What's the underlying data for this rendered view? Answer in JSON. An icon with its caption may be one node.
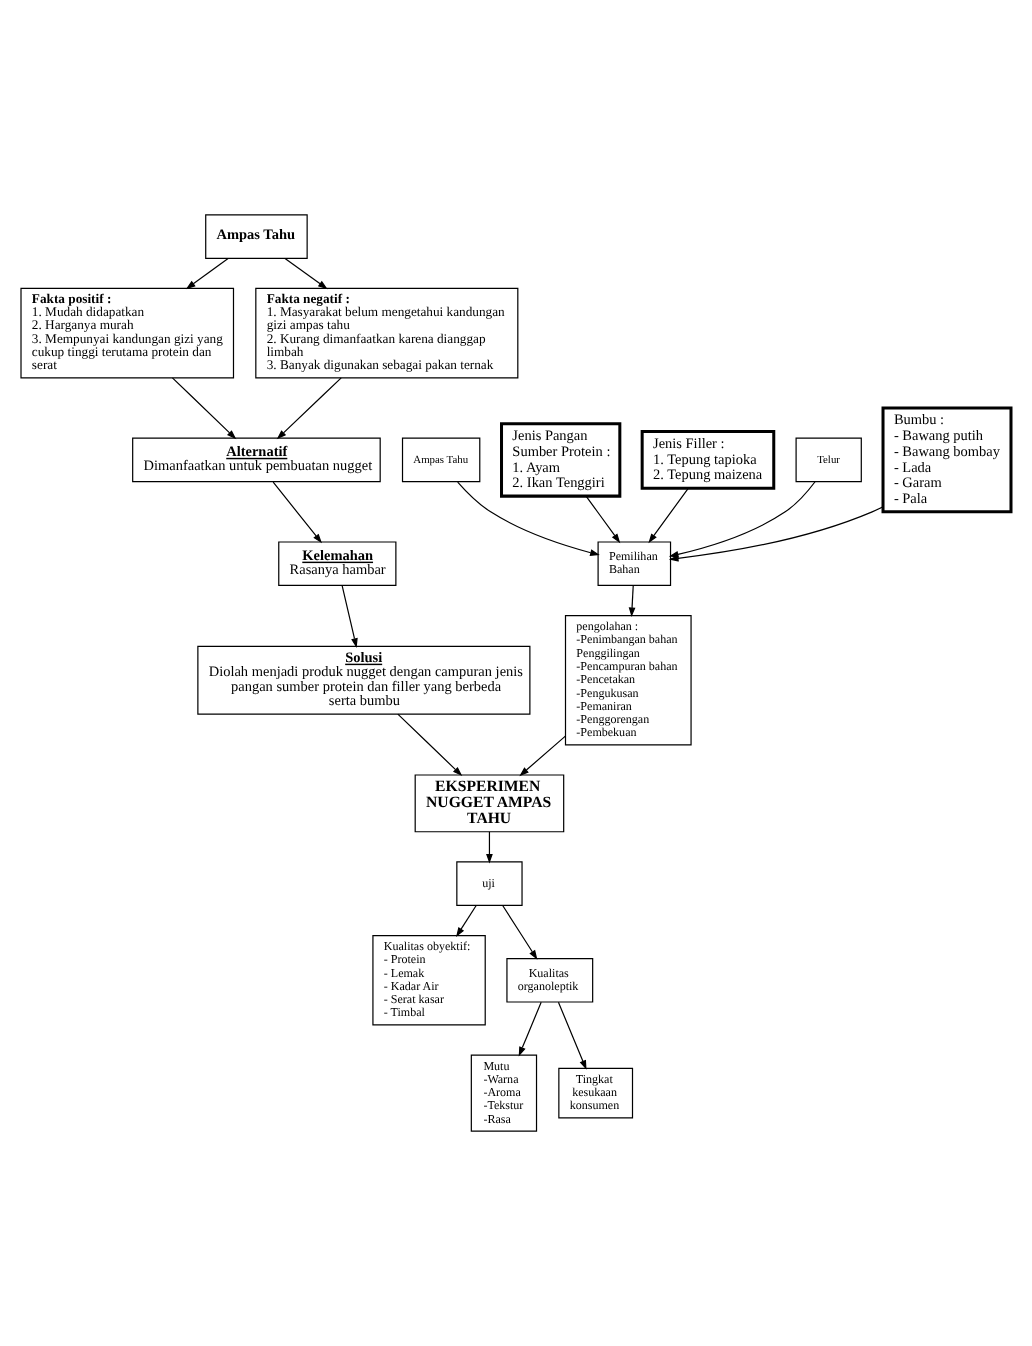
{
  "diagram": {
    "nodes": [
      {
        "text": [
          "Ampas Tahu"
        ]
      },
      {
        "text": [
          "Fakta positif :",
          "1. Mudah didapatkan",
          "2. Harganya murah",
          "3. Mempunyai kandungan gizi yang cukup tinggi terutama protein dan serat"
        ]
      },
      {
        "text": [
          "Fakta negatif :",
          "1. Masyarakat belum mengetahui kandungan gizi ampas tahu",
          "2. Kurang dimanfaatkan karena dianggap limbah",
          "3. Banyak digunakan sebagai pakan ternak"
        ]
      },
      {
        "text": [
          "Alternatif",
          "Dimanfaatkan untuk pembuatan nugget"
        ]
      },
      {
        "text": [
          "Kelemahan",
          "Rasanya hambar"
        ]
      },
      {
        "text": [
          "Solusi",
          "Diolah menjadi produk nugget dengan campuran jenis pangan sumber protein dan filler yang berbeda serta bumbu"
        ]
      },
      {
        "text": [
          "EKSPERIMEN NUGGET AMPAS TAHU"
        ]
      },
      {
        "text": [
          "Ampas Tahu"
        ]
      },
      {
        "text": [
          "Jenis Pangan Sumber Protein :",
          "1. Ayam",
          "2. Ikan Tenggiri"
        ]
      },
      {
        "text": [
          "Jenis Filler :",
          "1. Tepung tapioka",
          "2. Tepung maizena"
        ]
      },
      {
        "text": [
          "Telur"
        ]
      },
      {
        "text": [
          "Bumbu :",
          "- Bawang putih",
          "- Bawang bombay",
          "- Lada",
          "- Garam",
          "- Pala"
        ]
      },
      {
        "text": [
          "Pemilihan Bahan"
        ]
      },
      {
        "text": [
          "pengolahan :",
          "-Penimbangan bahan Penggilingan",
          "-Pencampuran bahan",
          "-Pencetakan",
          "-Pengukusan",
          "-Pemaniran",
          "-Penggorengan",
          "-Pembekuan"
        ]
      },
      {
        "text": [
          "uji"
        ]
      },
      {
        "text": [
          "Kualitas obyektif:",
          "- Protein",
          "- Lemak",
          "- Kadar Air",
          "- Serat kasar",
          "- Timbal"
        ]
      },
      {
        "text": [
          "Kualitas organoleptik"
        ]
      },
      {
        "text": [
          "Mutu",
          "-Warna",
          "-Aroma",
          "-Tekstur",
          "-Rasa"
        ]
      },
      {
        "text": [
          "Tingkat kesukaan konsumen"
        ]
      }
    ],
    "edges": [
      {
        "from": 0,
        "to": 1,
        "arrow": "to"
      },
      {
        "from": 0,
        "to": 2,
        "arrow": "to"
      },
      {
        "from": 1,
        "to": 3,
        "arrow": "to"
      },
      {
        "from": 2,
        "to": 3,
        "arrow": "to"
      },
      {
        "from": 3,
        "to": 4,
        "arrow": "to"
      },
      {
        "from": 4,
        "to": 5,
        "arrow": "to"
      },
      {
        "from": 5,
        "to": 6,
        "arrow": "to"
      },
      {
        "from": 7,
        "to": 12,
        "arrow": "to"
      },
      {
        "from": 8,
        "to": 12,
        "arrow": "to"
      },
      {
        "from": 9,
        "to": 12,
        "arrow": "to"
      },
      {
        "from": 10,
        "to": 12,
        "arrow": "to"
      },
      {
        "from": 11,
        "to": 12,
        "arrow": "to"
      },
      {
        "from": 12,
        "to": 13,
        "arrow": "to"
      },
      {
        "from": 13,
        "to": 6,
        "arrow": "to"
      },
      {
        "from": 6,
        "to": 14,
        "arrow": "to"
      },
      {
        "from": 14,
        "to": 15,
        "arrow": "to"
      },
      {
        "from": 14,
        "to": 16,
        "arrow": "to"
      },
      {
        "from": 16,
        "to": 17,
        "arrow": "to"
      },
      {
        "from": 16,
        "to": 18,
        "arrow": "to"
      }
    ]
  }
}
